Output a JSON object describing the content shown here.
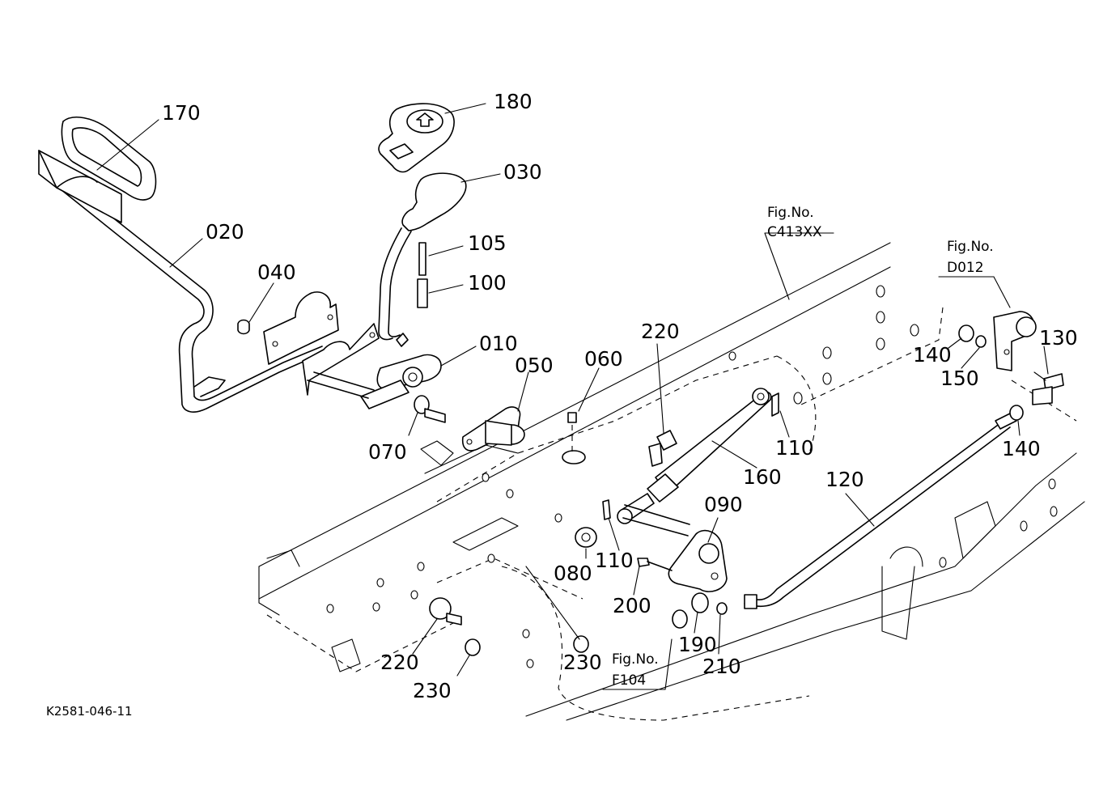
{
  "diagram": {
    "drawing_code": "K2581-046-11",
    "parts": [
      {
        "number": "170"
      },
      {
        "number": "180"
      },
      {
        "number": "030"
      },
      {
        "number": "020"
      },
      {
        "number": "105"
      },
      {
        "number": "100"
      },
      {
        "number": "040"
      },
      {
        "number": "010"
      },
      {
        "number": "050"
      },
      {
        "number": "060"
      },
      {
        "number": "220"
      },
      {
        "number": "070"
      },
      {
        "number": "110"
      },
      {
        "number": "160"
      },
      {
        "number": "120"
      },
      {
        "number": "090"
      },
      {
        "number": "080"
      },
      {
        "number": "110"
      },
      {
        "number": "200"
      },
      {
        "number": "190"
      },
      {
        "number": "210"
      },
      {
        "number": "230"
      },
      {
        "number": "220"
      },
      {
        "number": "230"
      },
      {
        "number": "140"
      },
      {
        "number": "150"
      },
      {
        "number": "130"
      },
      {
        "number": "140"
      }
    ],
    "figure_refs": [
      {
        "label": "Fig.No.",
        "code": "C413XX"
      },
      {
        "label": "Fig.No.",
        "code": "D012"
      },
      {
        "label": "Fig.No.",
        "code": "F104"
      }
    ]
  }
}
